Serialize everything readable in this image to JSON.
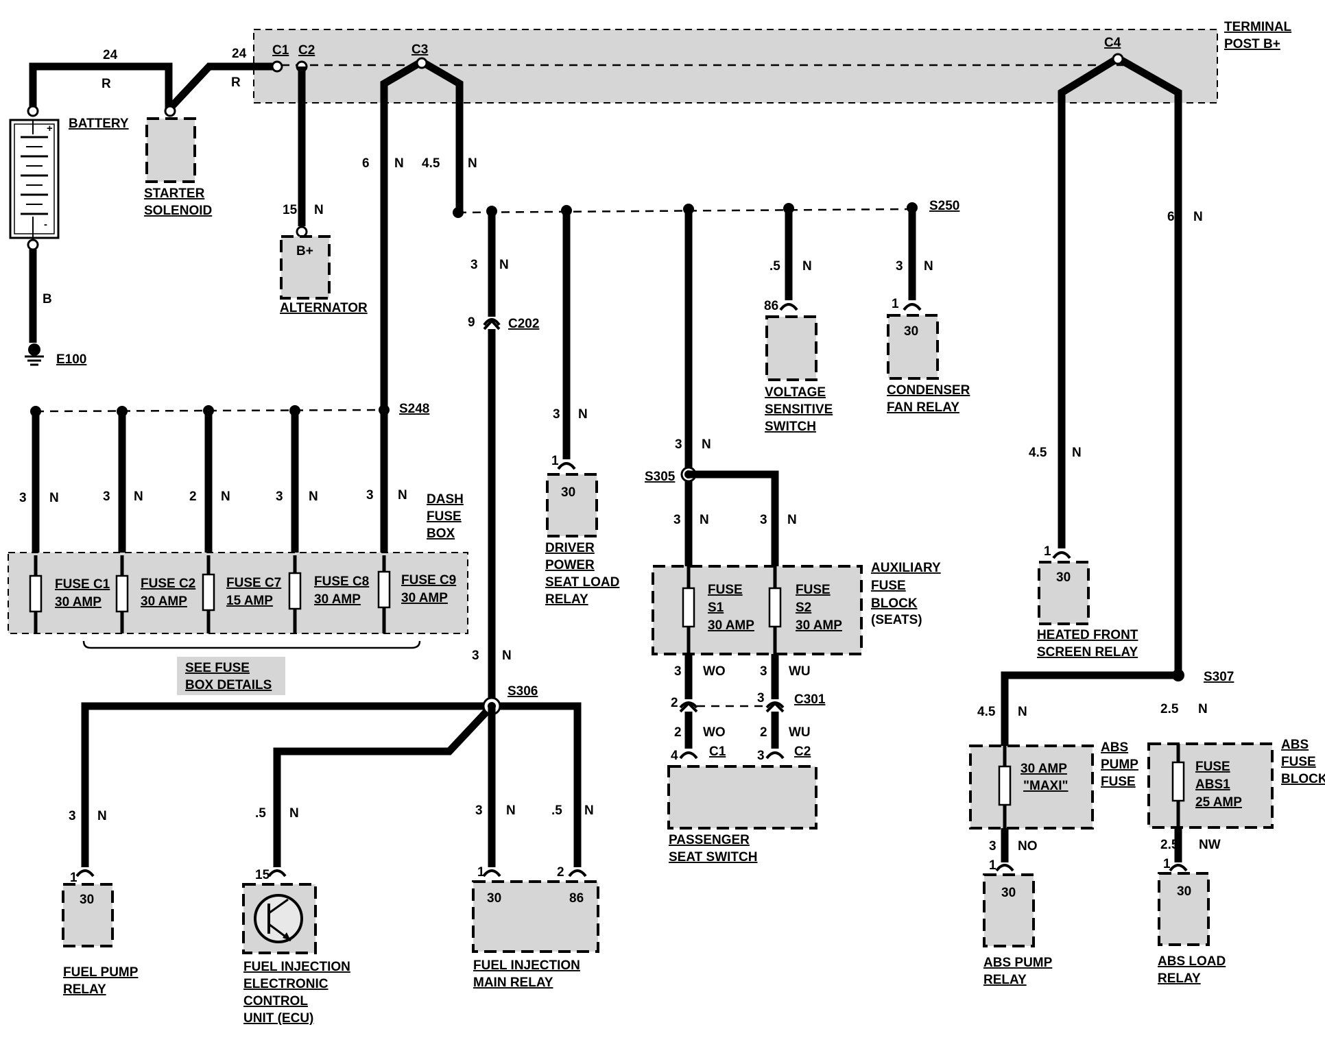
{
  "terminal_post": {
    "line1": "TERMINAL",
    "line2": "POST B+"
  },
  "connectors": {
    "c1": "C1",
    "c2": "C2",
    "c3": "C3",
    "c4": "C4",
    "c202": "C202",
    "c301": "C301",
    "pss_c1": "C1",
    "pss_c2": "C2"
  },
  "splices": {
    "s248": "S248",
    "s250": "S250",
    "s305": "S305",
    "s306": "S306",
    "s307": "S307"
  },
  "battery": {
    "label": "BATTERY",
    "plus": "+",
    "minus": "-",
    "wire_gauge": "24",
    "wire_color": "R",
    "ground_color": "B",
    "ground": "E100"
  },
  "starter": {
    "line1": "STARTER",
    "line2": "SOLENOID",
    "wire_gauge": "24",
    "wire_color": "R"
  },
  "alternator": {
    "label": "ALTERNATOR",
    "terminal": "B+",
    "wire_gauge": "15",
    "wire_color": "N"
  },
  "wires": {
    "c3_left": {
      "gauge": "6",
      "color": "N"
    },
    "c3_right": {
      "gauge": "4.5",
      "color": "N"
    },
    "c4_right": {
      "gauge": "6",
      "color": "N"
    },
    "c4_left": {
      "gauge": "4.5",
      "color": "N"
    },
    "to_c202": {
      "gauge": "3",
      "color": "N",
      "pin": "9"
    },
    "to_driver": {
      "gauge": "3",
      "color": "N"
    },
    "to_s305": {
      "gauge": "3",
      "color": "N"
    },
    "to_vss": {
      "gauge": ".5",
      "color": "N"
    },
    "to_cfr": {
      "gauge": "3",
      "color": "N"
    },
    "s305_left": {
      "gauge": "3",
      "color": "N"
    },
    "s305_right": {
      "gauge": "3",
      "color": "N"
    },
    "aux_out_left": {
      "gauge": "3",
      "color": "WO",
      "pin": "2"
    },
    "aux_out_right": {
      "gauge": "3",
      "color": "WU",
      "pin": "3"
    },
    "pss_left": {
      "gauge": "2",
      "color": "WO",
      "pin": "4"
    },
    "pss_right": {
      "gauge": "2",
      "color": "WU",
      "pin": "3"
    },
    "c202_down": {
      "gauge": "3",
      "color": "N"
    },
    "fpr": {
      "gauge": "3",
      "color": "N"
    },
    "ecu": {
      "gauge": ".5",
      "color": "N"
    },
    "fimr_30": {
      "gauge": "3",
      "color": "N"
    },
    "fimr_86": {
      "gauge": ".5",
      "color": "N"
    },
    "s307_left": {
      "gauge": "4.5",
      "color": "N"
    },
    "s307_right": {
      "gauge": "2.5",
      "color": "N"
    },
    "abs_pump_out": {
      "gauge": "3",
      "color": "NO"
    },
    "abs_load_out": {
      "gauge": "2.5",
      "color": "NW"
    }
  },
  "dash_fuse_box": {
    "title": [
      "DASH",
      "FUSE",
      "BOX"
    ],
    "drops": [
      {
        "gauge": "3",
        "color": "N"
      },
      {
        "gauge": "3",
        "color": "N"
      },
      {
        "gauge": "2",
        "color": "N"
      },
      {
        "gauge": "3",
        "color": "N"
      },
      {
        "gauge": "3",
        "color": "N"
      }
    ],
    "fuses": [
      {
        "name": "FUSE C1",
        "rating": "30 AMP"
      },
      {
        "name": "FUSE C2",
        "rating": "30 AMP"
      },
      {
        "name": "FUSE C7",
        "rating": "15 AMP"
      },
      {
        "name": "FUSE C8",
        "rating": "30 AMP"
      },
      {
        "name": "FUSE C9",
        "rating": "30 AMP"
      }
    ],
    "see_details": [
      "SEE FUSE",
      "BOX DETAILS"
    ]
  },
  "driver_relay": {
    "pin": "1",
    "terminal": "30",
    "lines": [
      "DRIVER",
      "POWER",
      "SEAT LOAD",
      "RELAY"
    ]
  },
  "vss": {
    "pin": "86",
    "lines": [
      "VOLTAGE",
      "SENSITIVE",
      "SWITCH"
    ]
  },
  "cfr": {
    "pin": "1",
    "terminal": "30",
    "lines": [
      "CONDENSER",
      "FAN RELAY"
    ]
  },
  "aux_fuse_block": {
    "title": [
      "AUXILIARY",
      "FUSE",
      "BLOCK",
      "(SEATS)"
    ],
    "fuses": [
      {
        "l1": "FUSE",
        "l2": "S1",
        "l3": "30 AMP"
      },
      {
        "l1": "FUSE",
        "l2": "S2",
        "l3": "30 AMP"
      }
    ]
  },
  "passenger_switch": {
    "lines": [
      "PASSENGER",
      "SEAT SWITCH"
    ]
  },
  "heated_relay": {
    "pin": "1",
    "terminal": "30",
    "lines": [
      "HEATED FRONT",
      "SCREEN RELAY"
    ]
  },
  "abs_pump_fuse": {
    "lines": [
      "ABS",
      "PUMP",
      "FUSE"
    ],
    "f1": "30 AMP",
    "f2": "\"MAXI\""
  },
  "abs_fuse_block": {
    "lines": [
      "ABS",
      "FUSE",
      "BLOCK"
    ],
    "f1": "FUSE",
    "f2": "ABS1",
    "f3": "25 AMP"
  },
  "abs_pump_relay": {
    "pin": "1",
    "terminal": "30",
    "lines": [
      "ABS PUMP",
      "RELAY"
    ]
  },
  "abs_load_relay": {
    "pin": "1",
    "terminal": "30",
    "lines": [
      "ABS LOAD",
      "RELAY"
    ]
  },
  "fuel_pump_relay": {
    "pin": "1",
    "terminal": "30",
    "lines": [
      "FUEL PUMP",
      "RELAY"
    ]
  },
  "ecu": {
    "pin": "15",
    "lines": [
      "FUEL INJECTION",
      "ELECTRONIC",
      "CONTROL",
      "UNIT (ECU)"
    ]
  },
  "fi_main_relay": {
    "pin1": "1",
    "pin2": "2",
    "t30": "30",
    "t86": "86",
    "lines": [
      "FUEL INJECTION",
      "MAIN RELAY"
    ]
  }
}
